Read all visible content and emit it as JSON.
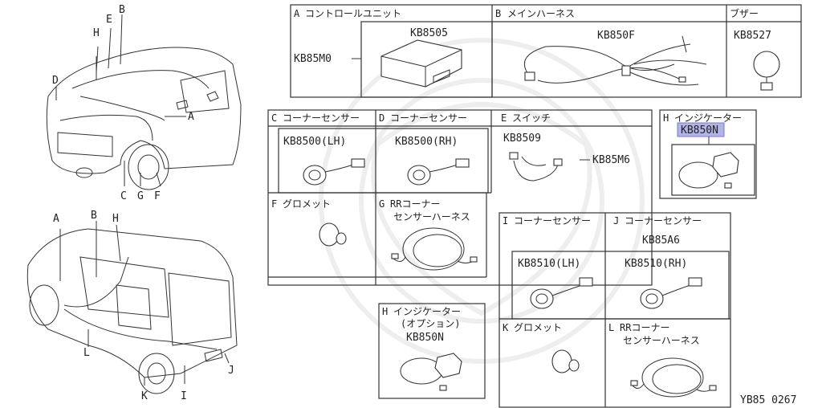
{
  "watermark_code": "YB85 0267",
  "vehicle_callouts": {
    "front": [
      "B",
      "E",
      "H",
      "D",
      "A",
      "C",
      "G",
      "F"
    ],
    "rear": [
      "A",
      "B",
      "H",
      "L",
      "K",
      "I",
      "J"
    ]
  },
  "panels": {
    "A": {
      "letter": "A",
      "title": "コントロールユニット",
      "part": "KB8505",
      "ref": "KB85M0"
    },
    "B": {
      "letter": "B",
      "title": "メインハーネス",
      "part": "KB850F"
    },
    "buzzer": {
      "title": "ブザー",
      "part": "KB8527"
    },
    "C": {
      "letter": "C",
      "title": "コーナーセンサー",
      "part": "KB8500(LH)"
    },
    "D": {
      "letter": "D",
      "title": "コーナーセンサー",
      "part": "KB8500(RH)"
    },
    "E": {
      "letter": "E",
      "title": "スイッチ",
      "part": "KB8509",
      "ref": "KB85M6"
    },
    "F": {
      "letter": "F",
      "title": "グロメット"
    },
    "G": {
      "letter": "G",
      "title1": "RRコーナー",
      "title2": "センサーハーネス"
    },
    "H1": {
      "letter": "H",
      "title": "インジケーター",
      "part": "KB850N"
    },
    "H2": {
      "letter": "H",
      "title1": "インジケーター",
      "title2": "(オプション)",
      "part": "KB850N"
    },
    "I": {
      "letter": "I",
      "title": "コーナーセンサー",
      "part": "KB8510(LH)"
    },
    "J": {
      "letter": "J",
      "title": "コーナーセンサー",
      "part": "KB8510(RH)",
      "ref": "KB85A6"
    },
    "K": {
      "letter": "K",
      "title": "グロメット"
    },
    "L": {
      "letter": "L",
      "title1": "RRコーナー",
      "title2": "センサーハーネス"
    }
  }
}
